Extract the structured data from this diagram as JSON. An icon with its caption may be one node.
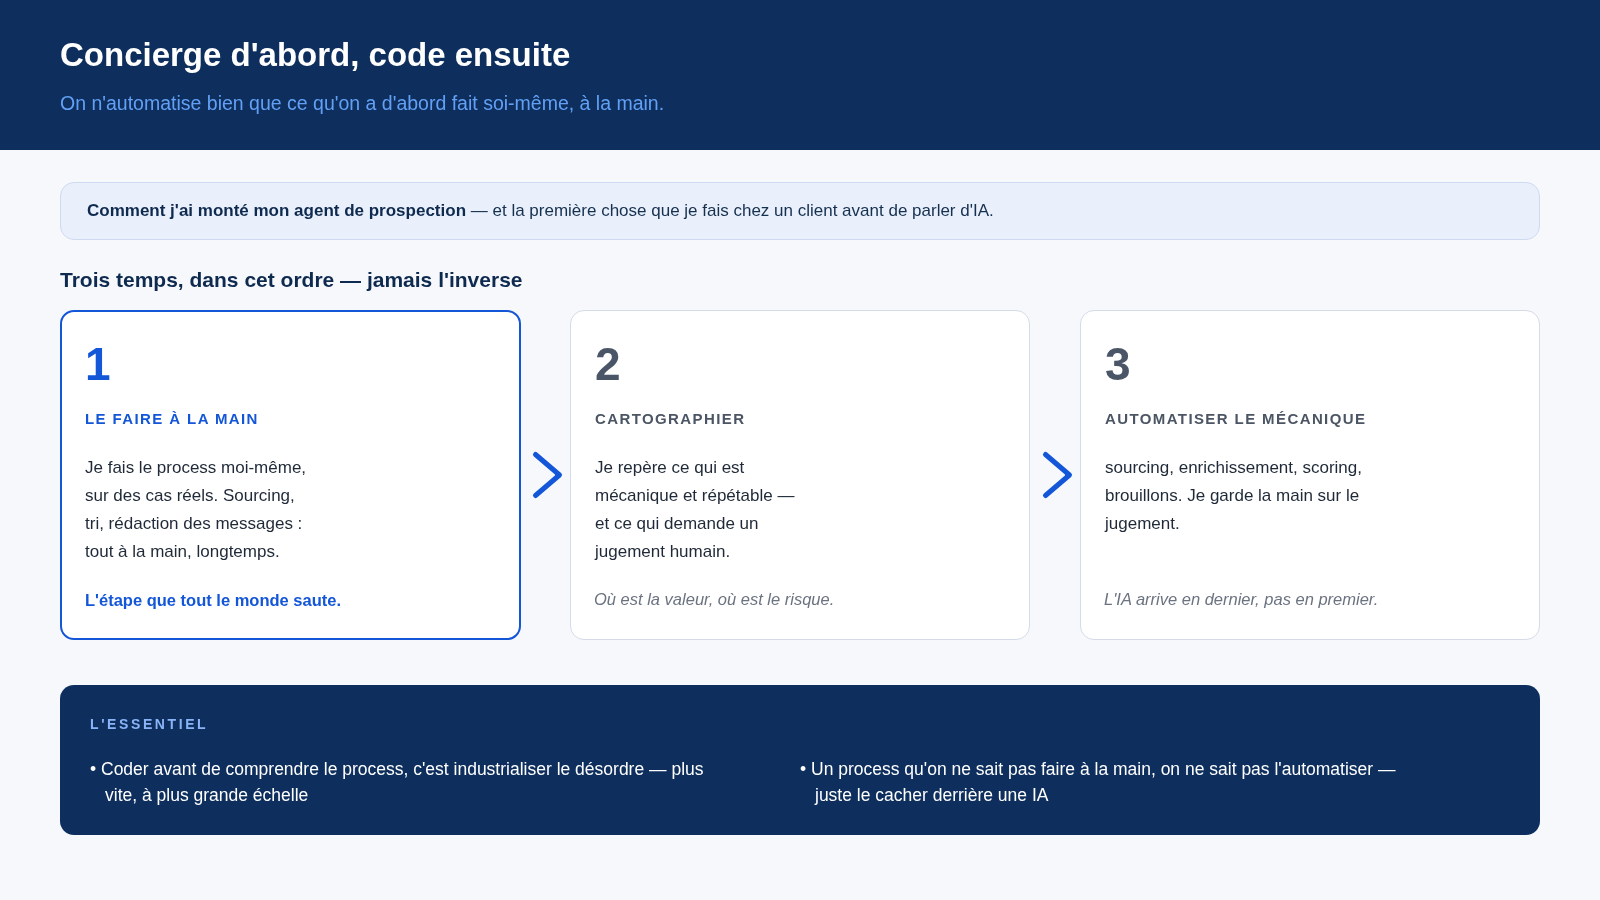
{
  "diagram": {
    "title": "Concierge d'abord, code ensuite",
    "nodes": [
      {
        "text": [
          "**Comment j'ai monté mon agent de prospection** — et la première chose que je fais chez un client avant de parler d'IA."
        ]
      },
      {
        "text": [
          "1",
          "LE FAIRE À LA MAIN",
          "Je fais le process moi-même, sur des cas réels. Sourcing, tri, rédaction des messages : tout à la main, longtemps.",
          "L'étape que tout le monde saute."
        ]
      },
      {
        "text": [
          "2",
          "CARTOGRAPHIER",
          "Je repère ce qui est mécanique et répétable — et ce qui demande un jugement humain.",
          "Où est la valeur, où est le risque."
        ]
      },
      {
        "text": [
          "3",
          "AUTOMATISER LE MÉCANIQUE",
          "sourcing, enrichissement, scoring, brouillons. Je garde la main sur le jugement.",
          "L'IA arrive en dernier, pas en premier."
        ]
      },
      {
        "text": [
          "L'ESSENTIEL",
          "• Coder avant de comprendre le process, c'est industrialiser le désordre — plus vite, à plus grande échelle",
          "• Un process qu'on ne sait pas faire à la main, on ne sait pas l'automatiser — juste le cacher derrière une IA"
        ]
      }
    ],
    "edges": [
      {
        "from": 1,
        "to": 2,
        "arrow": "to"
      },
      {
        "from": 2,
        "to": 3,
        "arrow": "to"
      }
    ],
    "labels": [
      "On n'automatise bien que ce qu'on a d'abord fait soi-même, à la main.",
      "Trois temps, dans cet ordre — jamais l'inverse"
    ]
  }
}
